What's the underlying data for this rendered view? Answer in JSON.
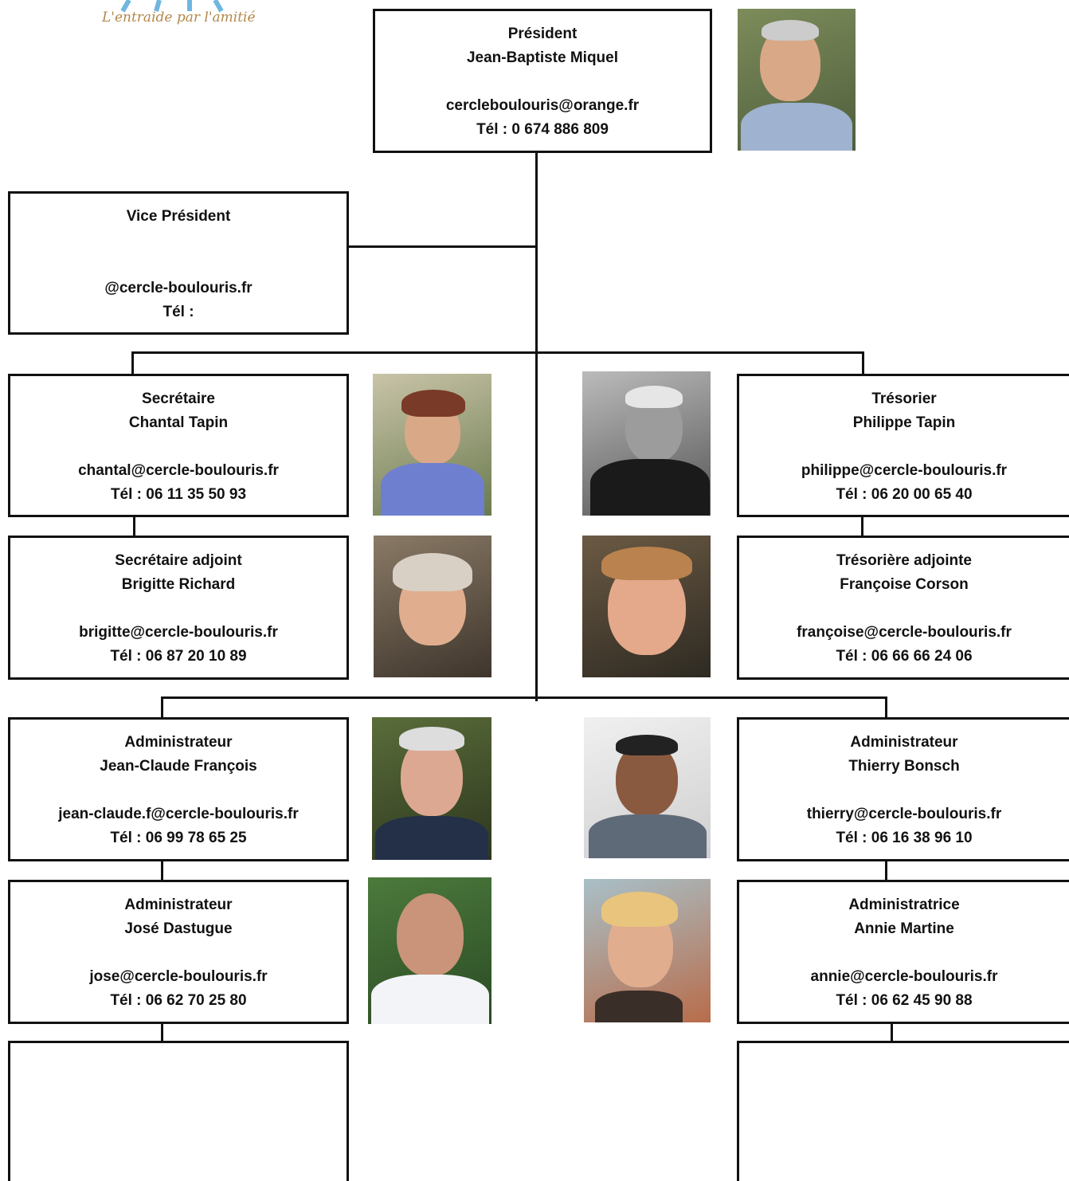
{
  "logo": {
    "tagline": "L'entraide par l'amitié"
  },
  "president": {
    "role": "Président",
    "name": "Jean-Baptiste Miquel",
    "email": "cercleboulouris@orange.fr",
    "phone": "Tél : 0 674 886 809"
  },
  "vice_president": {
    "role": "Vice Président",
    "name": "",
    "email": "@cercle-boulouris.fr",
    "phone": "Tél :"
  },
  "secretary": {
    "role": "Secrétaire",
    "name": "Chantal Tapin",
    "email": "chantal@cercle-boulouris.fr",
    "phone": "Tél : 06 11 35 50 93"
  },
  "treasurer": {
    "role": "Trésorier",
    "name": "Philippe Tapin",
    "email": "philippe@cercle-boulouris.fr",
    "phone": "Tél : 06 20 00 65 40"
  },
  "deputy_secretary": {
    "role": "Secrétaire adjoint",
    "name": "Brigitte Richard",
    "email": "brigitte@cercle-boulouris.fr",
    "phone": "Tél : 06 87 20 10 89"
  },
  "deputy_treasurer": {
    "role": "Trésorière adjointe",
    "name": "Françoise Corson",
    "email": "françoise@cercle-boulouris.fr",
    "phone": "Tél : 06 66 66 24 06"
  },
  "admin_1": {
    "role": "Administrateur",
    "name": "Jean-Claude François",
    "email": "jean-claude.f@cercle-boulouris.fr",
    "phone": "Tél : 06 99 78 65 25"
  },
  "admin_2": {
    "role": "Administrateur",
    "name": "Thierry Bonsch",
    "email": "thierry@cercle-boulouris.fr",
    "phone": "Tél : 06 16 38 96 10"
  },
  "admin_3": {
    "role": "Administrateur",
    "name": "José Dastugue",
    "email": "jose@cercle-boulouris.fr",
    "phone": "Tél : 06 62 70 25 80"
  },
  "admin_4": {
    "role": "Administratrice",
    "name": "Annie Martine",
    "email": "annie@cercle-boulouris.fr",
    "phone": "Tél : 06 62 45 90 88"
  }
}
